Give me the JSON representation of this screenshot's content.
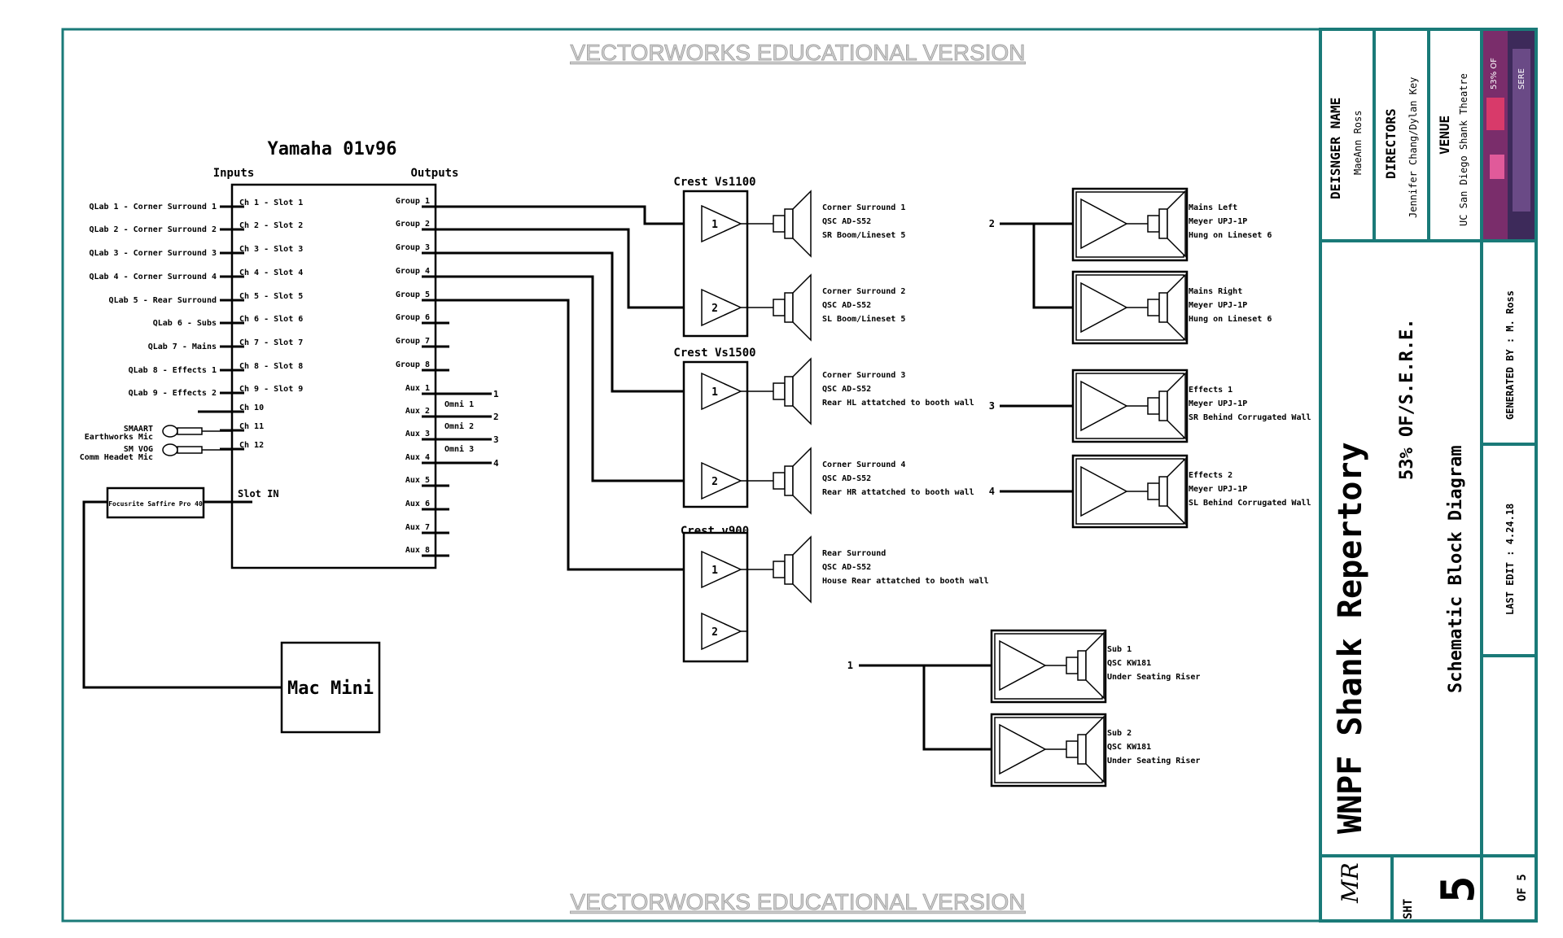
{
  "watermark": "VECTORWORKS EDUCATIONAL VERSION",
  "console": {
    "title": "Yamaha 01v96",
    "inputs_label": "Inputs",
    "outputs_label": "Outputs",
    "input_sources": [
      "QLab 1 - Corner Surround 1",
      "QLab 2 - Corner Surround 2",
      "QLab 3 - Corner Surround 3",
      "QLab 4 - Corner Surround 4",
      "QLab 5 - Rear Surround",
      "QLab 6 - Subs",
      "QLab 7 - Mains",
      "QLab 8 - Effects 1",
      "QLab 9 - Effects 2"
    ],
    "channels": [
      "Ch 1 - Slot 1",
      "Ch 2 - Slot 2",
      "Ch 3 - Slot 3",
      "Ch 4 - Slot 4",
      "Ch 5 - Slot 5",
      "Ch 6 - Slot 6",
      "Ch 7 - Slot 7",
      "Ch 8 - Slot 8",
      "Ch 9 - Slot 9",
      "Ch 10",
      "Ch 11",
      "Ch 12"
    ],
    "slot_in": "Slot IN",
    "groups": [
      "Group 1",
      "Group 2",
      "Group 3",
      "Group 4",
      "Group 5",
      "Group 6",
      "Group 7",
      "Group 8"
    ],
    "auxes": [
      "Aux 1",
      "Aux 2",
      "Aux 3",
      "Aux 4",
      "Aux 5",
      "Aux 6",
      "Aux 7",
      "Aux 8"
    ],
    "omnis": [
      "Omni 1",
      "Omni 2",
      "Omni 3"
    ],
    "aux_out_numbers": [
      "1",
      "2",
      "3",
      "4"
    ]
  },
  "mics": [
    {
      "line1": "SMAART",
      "line2": "Earthworks Mic"
    },
    {
      "line1": "SM VOG",
      "line2": "Comm Headet Mic"
    }
  ],
  "interface": "Focusrite Saffire Pro 40",
  "computer": "Mac Mini",
  "amps": [
    {
      "name": "Crest Vs1100",
      "channels": [
        "1",
        "2"
      ]
    },
    {
      "name": "Crest Vs1500",
      "channels": [
        "1",
        "2"
      ]
    },
    {
      "name": "Crest v900",
      "channels": [
        "1",
        "2"
      ]
    }
  ],
  "amp_speakers": [
    {
      "lines": [
        "Corner Surround 1",
        "QSC AD-S52",
        "SR Boom/Lineset 5"
      ]
    },
    {
      "lines": [
        "Corner Surround 2",
        "QSC AD-S52",
        "SL Boom/Lineset 5"
      ]
    },
    {
      "lines": [
        "Corner Surround 3",
        "QSC AD-S52",
        "Rear HL attatched to booth wall"
      ]
    },
    {
      "lines": [
        "Corner Surround 4",
        "QSC AD-S52",
        "Rear HR attatched to booth wall"
      ]
    },
    {
      "lines": [
        "Rear Surround",
        "QSC AD-S52",
        "House Rear attatched to booth wall"
      ]
    }
  ],
  "powered_speakers": [
    {
      "input": "2",
      "lines": [
        "Mains Left",
        "Meyer UPJ-1P",
        "Hung on Lineset 6"
      ]
    },
    {
      "input": "",
      "lines": [
        "Mains Right",
        "Meyer UPJ-1P",
        "Hung on Lineset 6"
      ]
    },
    {
      "input": "3",
      "lines": [
        "Effects 1",
        "Meyer UPJ-1P",
        "SR Behind Corrugated Wall"
      ]
    },
    {
      "input": "4",
      "lines": [
        "Effects 2",
        "Meyer UPJ-1P",
        "SL Behind Corrugated Wall"
      ]
    },
    {
      "input": "1",
      "lines": [
        "Sub 1",
        "QSC KW181",
        "Under Seating Riser"
      ]
    },
    {
      "input": "",
      "lines": [
        "Sub 2",
        "QSC KW181",
        "Under Seating Riser"
      ]
    }
  ],
  "title_block": {
    "designer_label": "DEISNGER NAME",
    "designer": "MaeAnn Ross",
    "directors_label": "DIRECTORS",
    "directors": "Jennifer Chang/Dylan Key",
    "venue_label": "VENUE",
    "venue": "UC San Diego Shank Theatre",
    "show": "WNPF Shank Repertory",
    "production": "53% OF/S.E.R.E.",
    "drawing": "Schematic Block Diagram",
    "generated_by": "GENERATED BY : M. Ross",
    "last_edit": "LAST EDIT : 4.24.18",
    "logo": "MR",
    "sht_label": "SHT",
    "sheet": "5",
    "of": "OF 5",
    "poster_text": [
      "53% OF",
      "SERE"
    ]
  }
}
